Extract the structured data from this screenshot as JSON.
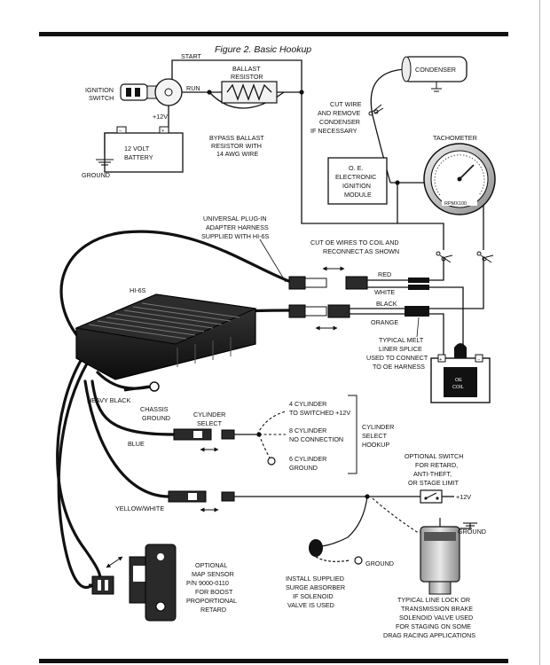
{
  "title": "Figure 2.   Basic Hookup",
  "labels": {
    "start": "START",
    "run": "RUN",
    "ballast_1": "BALLAST",
    "ballast_2": "RESISTOR",
    "ignition_1": "IGNITION",
    "ignition_2": "SWITCH",
    "plus12v": "+12V",
    "battery_1": "12 VOLT",
    "battery_2": "BATTERY",
    "ground": "GROUND",
    "bypass_1": "BYPASS BALLAST",
    "bypass_2": "RESISTOR WITH",
    "bypass_3": "14 AWG WIRE",
    "condenser": "CONDENSER",
    "cutwire_1": "CUT WIRE",
    "cutwire_2": "AND REMOVE",
    "cutwire_3": "CONDENSER",
    "cutwire_4": "IF NECESSARY",
    "tachometer": "TACHOMETER",
    "rpm": "RPMX100",
    "oe_1": "O. E.",
    "oe_2": "ELECTRONIC",
    "oe_3": "IGNITION",
    "oe_4": "MODULE",
    "harness_1": "UNIVERSAL PLUG-IN",
    "harness_2": "ADAPTER HARNESS",
    "harness_3": "SUPPLIED WITH HI-6S",
    "cutoe_1": "CUT OE WIRES TO COIL AND",
    "cutoe_2": "RECONNECT AS SHOWN",
    "hi6s": "HI-6S",
    "red": "RED",
    "white": "WHITE",
    "black": "BLACK",
    "orange": "ORANGE",
    "splice_1": "TYPICAL MELT",
    "splice_2": "LINER SPLICE",
    "splice_3": "USED TO CONNECT",
    "splice_4": "TO OE HARNESS",
    "oecoil_1": "OE",
    "oecoil_2": "COIL",
    "plus": "+",
    "minus": "−",
    "heavy_black": "HEAVY BLACK",
    "chassis_1": "CHASSIS",
    "chassis_2": "GROUND",
    "cylsel_1": "CYLINDER",
    "cylsel_2": "SELECT",
    "blue": "BLUE",
    "cyl4_1": "4 CYLINDER",
    "cyl4_2": "TO SWITCHED +12V",
    "cyl8_1": "8 CYLINDER",
    "cyl8_2": "NO CONNECTION",
    "cyl6_1": "6 CYLINDER",
    "cyl6_2": "GROUND",
    "hookup_1": "CYLINDER",
    "hookup_2": "SELECT",
    "hookup_3": "HOOKUP",
    "optsw_1": "OPTIONAL SWITCH",
    "optsw_2": "FOR RETARD,",
    "optsw_3": "ANTI-THEFT,",
    "optsw_4": "OR STAGE LIMIT",
    "yellow_white": "YELLOW/WHITE",
    "map_1": "OPTIONAL",
    "map_2": "MAP SENSOR",
    "map_3": "P/N 9000-0110",
    "map_4": "FOR BOOST",
    "map_5": "PROPORTIONAL",
    "map_6": "RETARD",
    "surge_1": "INSTALL SUPPLIED",
    "surge_2": "SURGE ABSORBER",
    "surge_3": "IF SOLENOID",
    "surge_4": "VALVE IS USED",
    "line_1": "TYPICAL LINE LOCK OR",
    "line_2": "TRANSMISSION BRAKE",
    "line_3": "SOLENOID VALVE USED",
    "line_4": "FOR STAGING ON SOME",
    "line_5": "DRAG RACING APPLICATIONS"
  }
}
